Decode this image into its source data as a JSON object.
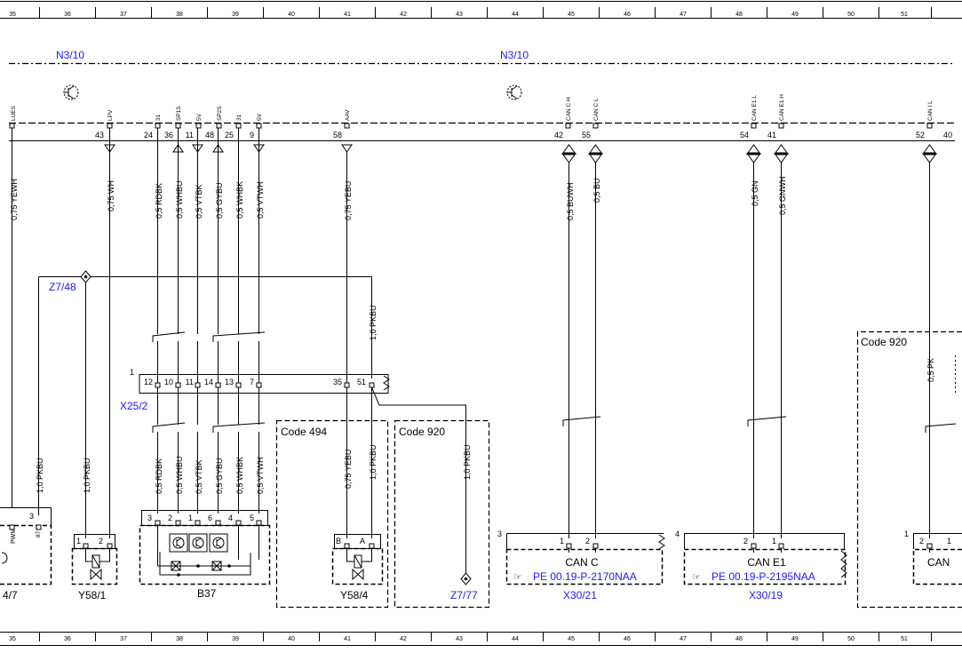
{
  "columns": [
    "35",
    "36",
    "37",
    "38",
    "39",
    "40",
    "41",
    "42",
    "43",
    "44",
    "45",
    "46",
    "47",
    "48",
    "49",
    "50",
    "51"
  ],
  "colors": {
    "reference": "#1a1aff",
    "line": "#000000"
  },
  "modules": {
    "left": "N3/10",
    "right": "N3/10"
  },
  "top_pins": {
    "labels": {
      "lues": "LUES",
      "lpv": "LPV",
      "p31a": "31",
      "sp1s": "SP1S",
      "p5va": "5V",
      "sp2s": "SP2S",
      "p31b": "31",
      "p5vb": "5V",
      "aav": "AAV",
      "canch": "CAN C H",
      "cancl": "CAN C L",
      "cane1l": "CAN E1 L",
      "cane1h": "CAN E1 H",
      "canil": "CAN I L"
    },
    "numbers": {
      "n43": "43",
      "n24": "24",
      "n36": "36",
      "n11": "11",
      "n48": "48",
      "n25": "25",
      "n9": "9",
      "n58": "58",
      "n42": "42",
      "n55": "55",
      "n54": "54",
      "n41": "41",
      "n52": "52",
      "n40": "40"
    }
  },
  "wires_upper": {
    "yewh": "0,75 YEWH",
    "wh": "0,75 WH",
    "rdbk": "0,5 RDBK",
    "whbu": "0,5 WHBU",
    "vtbk": "0,5 VTBK",
    "gybu": "0,5 GYBU",
    "whbk": "0,5 WHBK",
    "vtwh": "0,5 VTWH",
    "yebu": "0,75 YEBU",
    "buwh": "0,5 BUWH",
    "bu": "0,5 BU",
    "gn": "0,5 GN",
    "gnwh": "0,5 GNWH",
    "pk": "0,5 PK",
    "pkbu_mid": "1,0 PKBU"
  },
  "wires_lower": {
    "pkbu_left": "1,0 PKBU",
    "pkbu_y581": "1,0 PKBU",
    "rdbk": "0,5 RDBK",
    "whbu": "0,5 WHBU",
    "vtbk": "0,5 VTBK",
    "gybu": "0,5 GYBU",
    "whbk": "0,5 WHBK",
    "vtwh": "0,5 VTWH",
    "yebu": "0,75 YEBU",
    "pkbu_y584": "1,0 PKBU",
    "pkbu_z777": "1,0 PKBU"
  },
  "connector": {
    "id": "X25/2",
    "index": "1",
    "pins": {
      "p12": "12",
      "p10": "10",
      "p11": "11",
      "p14": "14",
      "p13": "13",
      "p7": "7",
      "p35": "35",
      "p51": "51"
    }
  },
  "splices": {
    "z748": "Z7/48",
    "z777": "Z7/77"
  },
  "codes": {
    "c494": "Code 494",
    "c920a": "Code 920",
    "c920b": "Code 920"
  },
  "components": {
    "left_partial": {
      "label": "4/7",
      "pin3": "3",
      "pin87": "87",
      "pwm": "PWM"
    },
    "y581": {
      "label": "Y58/1",
      "pin1": "1",
      "pin2": "2"
    },
    "b37": {
      "label": "B37",
      "pins": [
        "3",
        "2",
        "1",
        "6",
        "4",
        "5"
      ]
    },
    "y584": {
      "label": "Y58/4",
      "pinB": "B",
      "pinA": "A"
    }
  },
  "can_boxes": {
    "canc": {
      "index": "3",
      "pin1": "1",
      "pin2": "2",
      "title": "CAN C",
      "ref": "PE 00.19-P-2170NAA",
      "id": "X30/21"
    },
    "cane1": {
      "index": "4",
      "pin2": "2",
      "pin1": "1",
      "title": "CAN E1",
      "ref": "PE 00.19-P-2195NAA",
      "id": "X30/19"
    },
    "cani": {
      "index": "1",
      "pin2": "2",
      "pin1": "1",
      "title": "CAN"
    }
  }
}
